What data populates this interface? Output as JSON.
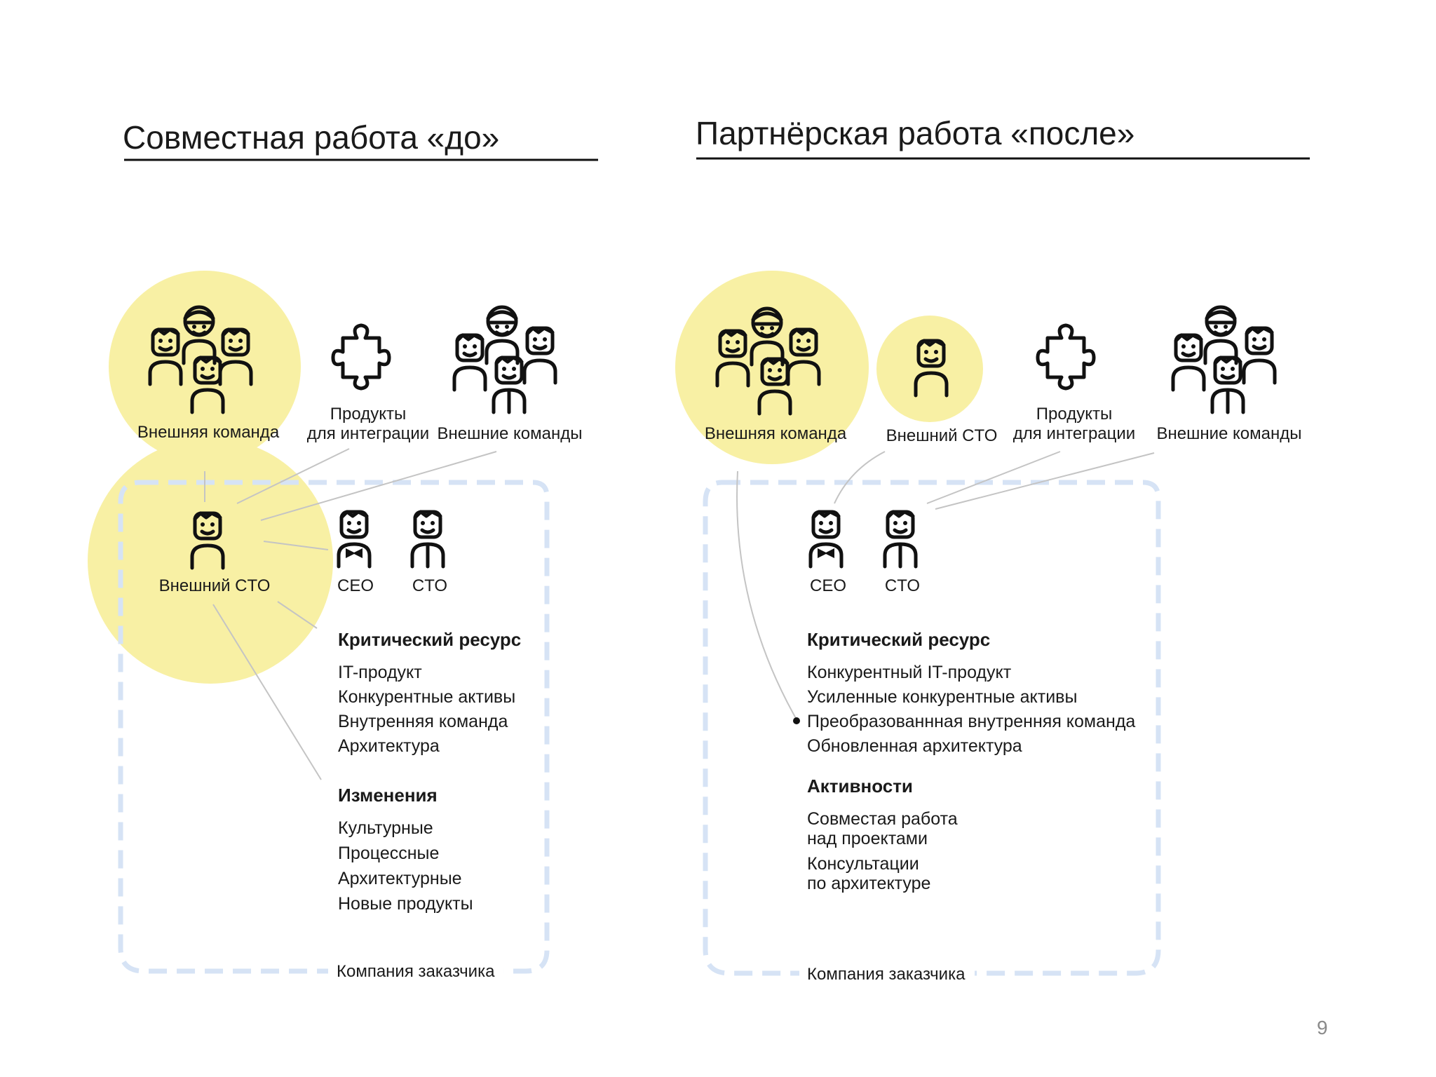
{
  "before": {
    "title": "Совместная работа «до»",
    "external_team": "Внешняя команда",
    "products_line1": "Продукты",
    "products_line2": "для интеграции",
    "external_teams": "Внешние команды",
    "external_cto": "Внешний CTO",
    "ceo": "CEO",
    "cto": "CTO",
    "critical_header": "Критический ресурс",
    "critical_items": [
      "IT-продукт",
      "Конкурентные активы",
      "Внутренняя команда",
      "Архитектура"
    ],
    "changes_header": "Изменения",
    "changes_items": [
      "Культурные",
      "Процессные",
      "Архитектурные",
      "Новые продукты"
    ],
    "company": "Компания заказчика"
  },
  "after": {
    "title": "Партнёрская работа «после»",
    "external_team": "Внешняя команда",
    "external_cto": "Внешний CTO",
    "products_line1": "Продукты",
    "products_line2": "для интеграции",
    "external_teams": "Внешние команды",
    "ceo": "CEO",
    "cto": "CTO",
    "critical_header": "Критический ресурс",
    "critical_items": [
      "Конкурентный IT-продукт",
      "Усиленные конкурентные активы",
      "Преобразованнная внутренняя команда",
      "Обновленная архитектура"
    ],
    "activities_header": "Активности",
    "activity1_line1": "Совместая работа",
    "activity1_line2": "над проектами",
    "activity2_line1": "Консультации",
    "activity2_line2": "по архитектуре",
    "company": "Компания заказчика"
  },
  "page_number": "9",
  "colors": {
    "highlight": "#f8f0a4",
    "dashed_border": "#d6e3f5",
    "connector": "#c4c4c4"
  },
  "icons": [
    "person-icon",
    "woman-icon",
    "ceo-icon",
    "cto-icon",
    "puzzle-icon"
  ]
}
